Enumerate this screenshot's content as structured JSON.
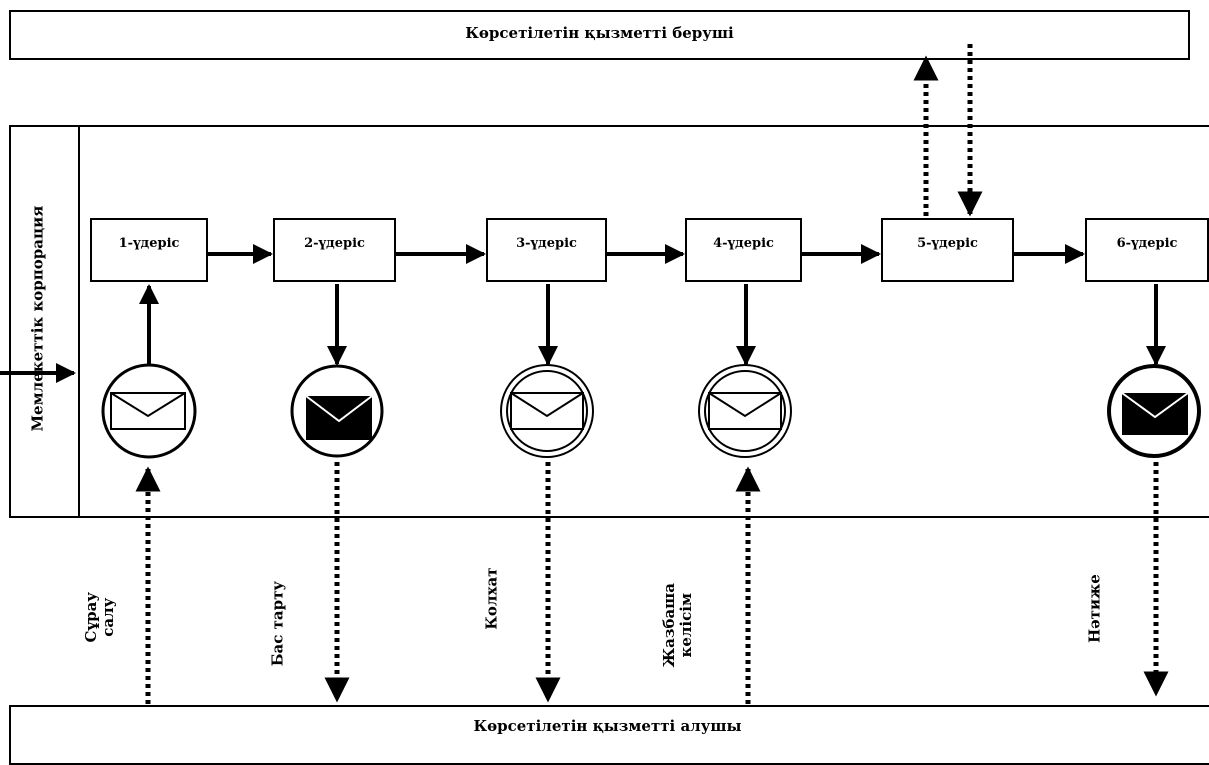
{
  "lanes": {
    "provider": "Көрсетілетін қызметті беруші",
    "corporation": "Мемлекеттік корпорация",
    "recipient": "Көрсетілетін қызметті алушы"
  },
  "steps": [
    "1-үдеріс",
    "2-үдеріс",
    "3-үдеріс",
    "4-үдеріс",
    "5-үдеріс",
    "6-үдеріс"
  ],
  "flow_labels": {
    "request": "Сұрау салу",
    "refusal": "Бас тарту",
    "receipt": "Колхат",
    "consent": "Жазбаша келісім",
    "result": "Нәтиже"
  },
  "icons": [
    "envelope-outline-icon",
    "envelope-filled-icon",
    "envelope-outline-icon",
    "envelope-outline-icon",
    "envelope-filled-icon"
  ]
}
